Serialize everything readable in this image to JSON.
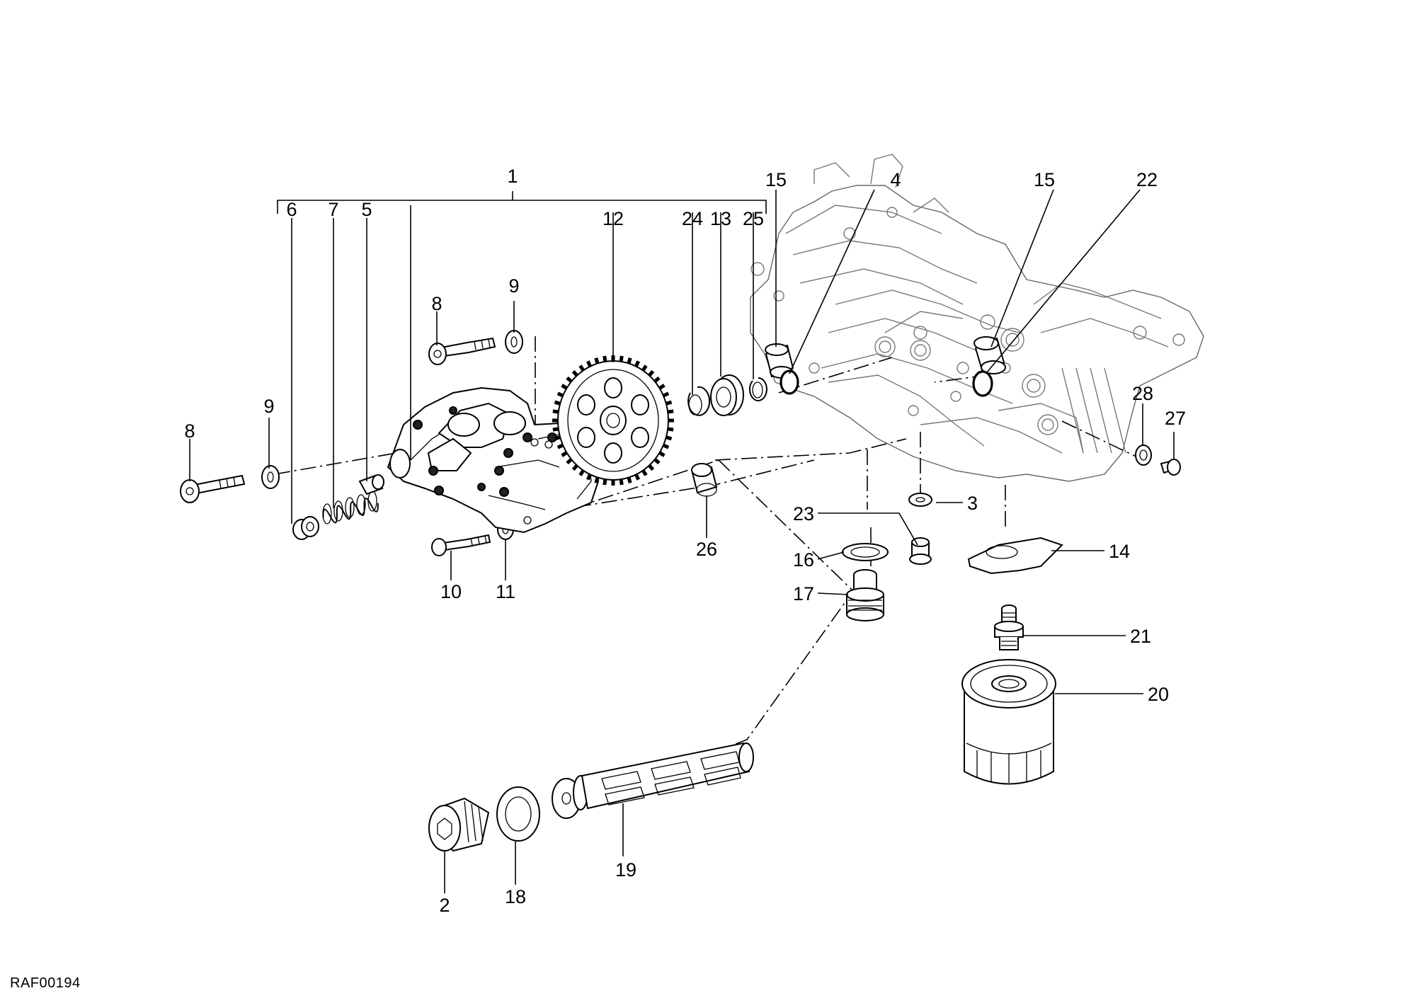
{
  "drawing_code": "RAF00194",
  "callouts": {
    "c1": "1",
    "c2": "2",
    "c3": "3",
    "c4": "4",
    "c5": "5",
    "c6": "6",
    "c7": "7",
    "c8a": "8",
    "c8b": "8",
    "c9a": "9",
    "c9b": "9",
    "c10": "10",
    "c11": "11",
    "c12": "12",
    "c13": "13",
    "c14": "14",
    "c15a": "15",
    "c15b": "15",
    "c16": "16",
    "c17": "17",
    "c18": "18",
    "c19": "19",
    "c20": "20",
    "c21": "21",
    "c22": "22",
    "c23": "23",
    "c24": "24",
    "c25": "25",
    "c26": "26",
    "c27": "27",
    "c28": "28"
  }
}
